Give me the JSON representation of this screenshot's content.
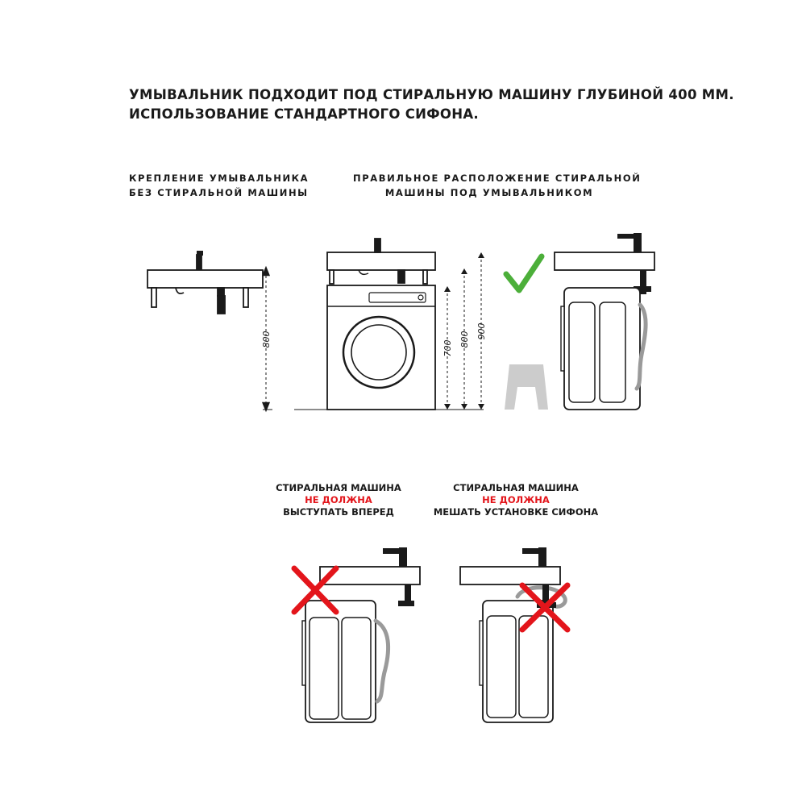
{
  "heading": {
    "line1": "УМЫВАЛЬНИК ПОДХОДИТ ПОД СТИРАЛЬНУЮ МАШИНУ ГЛУБИНОЙ 400 ММ.",
    "line2": "ИСПОЛЬЗОВАНИЕ СТАНДАРТНОГО СИФОНА."
  },
  "captions": {
    "left_line1": "КРЕПЛЕНИЕ УМЫВАЛЬНИКА",
    "left_line2": "БЕЗ СТИРАЛЬНОЙ МАШИНЫ",
    "right_line1": "ПРАВИЛЬНОЕ РАСПОЛОЖЕНИЕ СТИРАЛЬНОЙ",
    "right_line2": "МАШИНЫ ПОД УМЫВАЛЬНИКОМ"
  },
  "dimensions": {
    "left": "800",
    "d700": "700",
    "d800": "800",
    "d900": "900"
  },
  "warnings": [
    {
      "line1": "СТИРАЛЬНАЯ МАШИНА",
      "line2": "НЕ ДОЛЖНА",
      "line3": "ВЫСТУПАТЬ ВПЕРЕД"
    },
    {
      "line1": "СТИРАЛЬНАЯ МАШИНА",
      "line2": "НЕ ДОЛЖНА",
      "line3": "МЕШАТЬ УСТАНОВКЕ СИФОНА"
    }
  ],
  "colors": {
    "check": "#4caf3a",
    "cross": "#e3151b",
    "line": "#1a1a1a",
    "hose": "#9a9a9a",
    "stool": "#cccccc"
  }
}
